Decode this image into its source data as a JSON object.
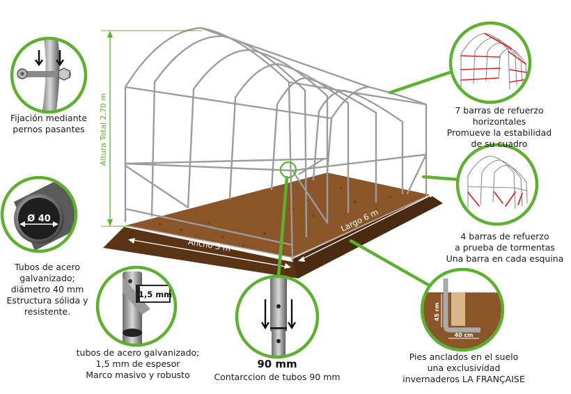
{
  "theme": {
    "green": "#5db030",
    "soil": "#7a4a22",
    "soil_dark": "#4e2c12",
    "frame": "#9a9a9a"
  },
  "dimensions": {
    "height_label": "Altura Total 2,70 m",
    "width_label": "Ancho 3 m",
    "length_label": "Largo 6 m"
  },
  "details": {
    "bolts": {
      "lines": [
        "Fijación mediante",
        "pernos pasantes"
      ]
    },
    "tube_diameter": {
      "badge": "Ø 40",
      "lines": [
        "Tubos de acero",
        "galvanizado;",
        "diámetro 40 mm",
        "Estructura sólida y",
        "resistente."
      ]
    },
    "thickness": {
      "badge": "1,5 mm",
      "lines": [
        "tubos de acero galvanizado;",
        "1,5 mm de espesor",
        "Marco masivo y robusto"
      ]
    },
    "connection": {
      "value": "90 mm",
      "lines": [
        "Contarccion de tubos 90 mm"
      ]
    },
    "anchors": {
      "dim_depth": "45 cm",
      "dim_width": "40 cm",
      "lines": [
        "Pies anclados en el suelo",
        "una exclusividad",
        "invernaderos LA FRANÇAISE"
      ]
    },
    "horizontal_bars": {
      "lines": [
        "7 barras de refuerzo",
        "horizontales",
        "Promueve la estabilidad",
        "de su cuadro"
      ]
    },
    "storm_bars": {
      "lines": [
        "4 barras de refuerzo",
        "a prueba de tormentas",
        "Una barra en cada esquina"
      ]
    }
  }
}
